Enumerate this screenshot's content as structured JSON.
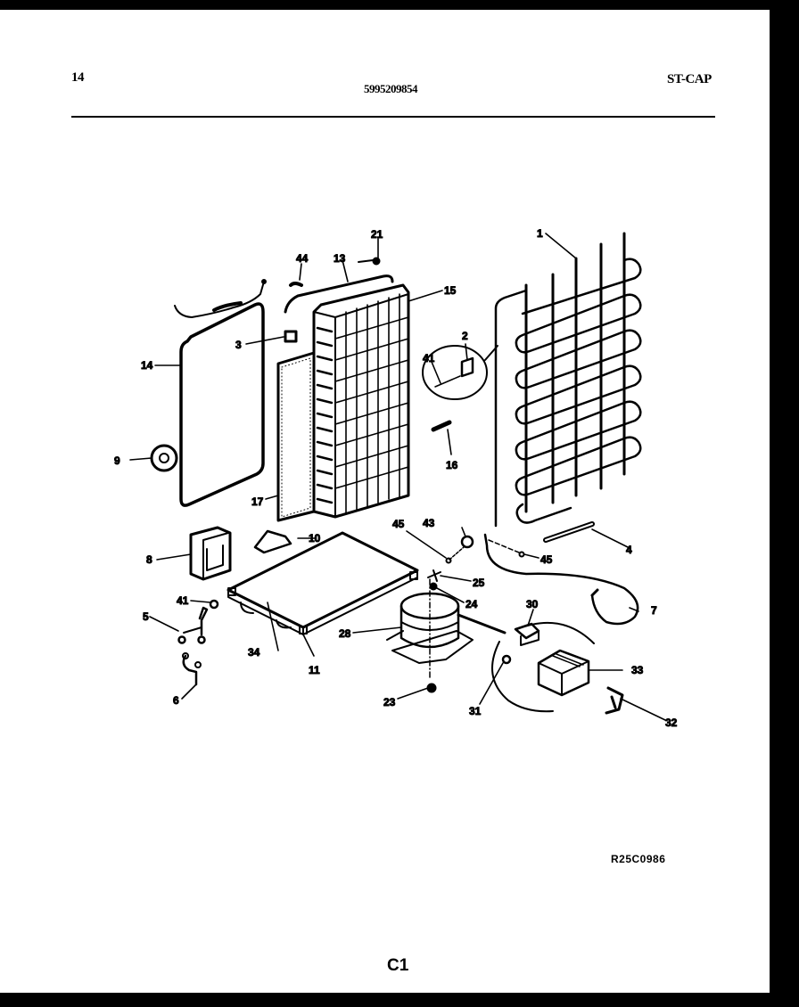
{
  "header": {
    "page_number": "14",
    "part_number": "5995209854",
    "section_type": "ST-CAP"
  },
  "diagram": {
    "reference_code": "R25C0986",
    "section_label": "C1",
    "callouts": [
      {
        "id": "1",
        "label": "1"
      },
      {
        "id": "2",
        "label": "2"
      },
      {
        "id": "3",
        "label": "3"
      },
      {
        "id": "4",
        "label": "4"
      },
      {
        "id": "5",
        "label": "5"
      },
      {
        "id": "6",
        "label": "6"
      },
      {
        "id": "7",
        "label": "7"
      },
      {
        "id": "8",
        "label": "8"
      },
      {
        "id": "9",
        "label": "9"
      },
      {
        "id": "10",
        "label": "10"
      },
      {
        "id": "11",
        "label": "11"
      },
      {
        "id": "13",
        "label": "13"
      },
      {
        "id": "14",
        "label": "14"
      },
      {
        "id": "15",
        "label": "15"
      },
      {
        "id": "16",
        "label": "16"
      },
      {
        "id": "17",
        "label": "17"
      },
      {
        "id": "21",
        "label": "21"
      },
      {
        "id": "23",
        "label": "23"
      },
      {
        "id": "24",
        "label": "24"
      },
      {
        "id": "25",
        "label": "25"
      },
      {
        "id": "28",
        "label": "28"
      },
      {
        "id": "30",
        "label": "30"
      },
      {
        "id": "31",
        "label": "31"
      },
      {
        "id": "32",
        "label": "32"
      },
      {
        "id": "33",
        "label": "33"
      },
      {
        "id": "34",
        "label": "34"
      },
      {
        "id": "41a",
        "label": "41"
      },
      {
        "id": "41b",
        "label": "41"
      },
      {
        "id": "43",
        "label": "43"
      },
      {
        "id": "44",
        "label": "44"
      },
      {
        "id": "45a",
        "label": "45"
      },
      {
        "id": "45b",
        "label": "45"
      }
    ]
  }
}
